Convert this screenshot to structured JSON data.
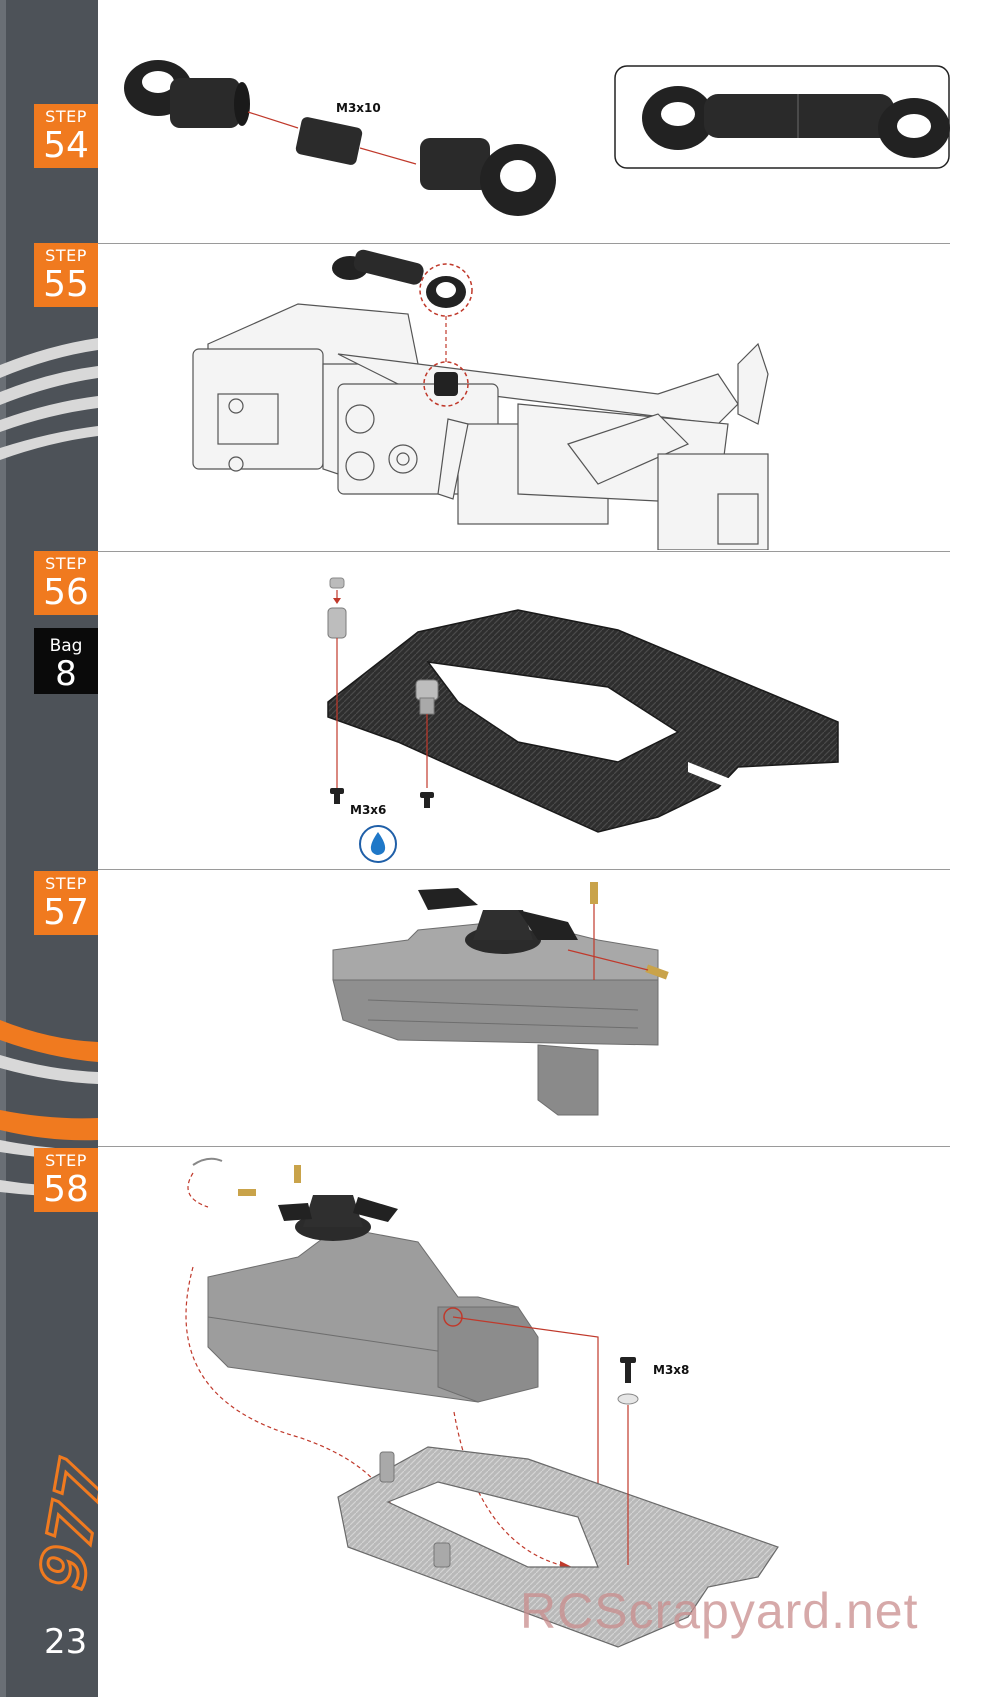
{
  "sidebar": {
    "steps": [
      {
        "label": "STEP",
        "number": "54"
      },
      {
        "label": "STEP",
        "number": "55"
      },
      {
        "label": "STEP",
        "number": "56"
      },
      {
        "label": "STEP",
        "number": "57"
      },
      {
        "label": "STEP",
        "number": "58"
      }
    ],
    "bag": {
      "label": "Bag",
      "number": "8"
    },
    "logo_text": "977",
    "page_number": "23",
    "colors": {
      "sidebar": "#4d5258",
      "step_badge": "#f07a1f",
      "bag_badge": "#0a0a0a"
    }
  },
  "steps": {
    "step54": {
      "part_label": "M3x10"
    },
    "step56": {
      "part_label": "M3x6"
    },
    "step58": {
      "part_label": "M3x8"
    }
  },
  "watermark": "RCScrapyard.net"
}
